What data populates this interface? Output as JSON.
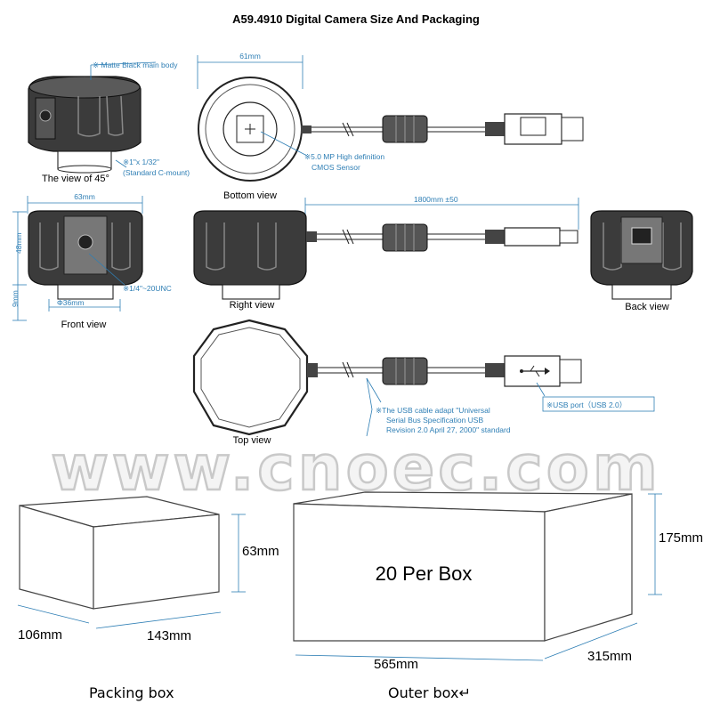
{
  "title": "A59.4910 Digital Camera Size And Packaging",
  "notes": {
    "matte_body": "※ Matte Black main body",
    "cmount_line1": "※1\"x 1/32\"",
    "cmount_line2": "(Standard C-mount)",
    "sensor_line1": "※5.0 MP High definition",
    "sensor_line2": "CMOS Sensor",
    "thread": "※1/4\"~20UNC",
    "usb_line1": "※The USB cable adapt \"Universal",
    "usb_line2": "Serial Bus Specification USB",
    "usb_line3": "Revision 2.0 April 27, 2000\" standard",
    "usb_port": "※USB port（USB 2.0）"
  },
  "views": {
    "view45": "The view of 45°",
    "bottom": "Bottom view",
    "front": "Front view",
    "right": "Right view",
    "back": "Back view",
    "top": "Top view"
  },
  "dimensions": {
    "bottom_width": "61mm",
    "front_width": "63mm",
    "front_height": "48mm",
    "mount_height": "9mm",
    "mount_dia": "Φ36mm",
    "cable_length": "1800mm  ±50"
  },
  "packaging": {
    "packing_box": {
      "caption": "Packing box",
      "height": "63mm",
      "depth": "106mm",
      "width": "143mm"
    },
    "outer_box": {
      "caption": "Outer box↵",
      "quantity": "20 Per Box",
      "height": "175mm",
      "width": "565mm",
      "depth": "315mm"
    }
  },
  "watermark": "www.cnoec.com",
  "colors": {
    "annotation": "#2f7fb5",
    "camera_body": "#3b3b3b"
  }
}
